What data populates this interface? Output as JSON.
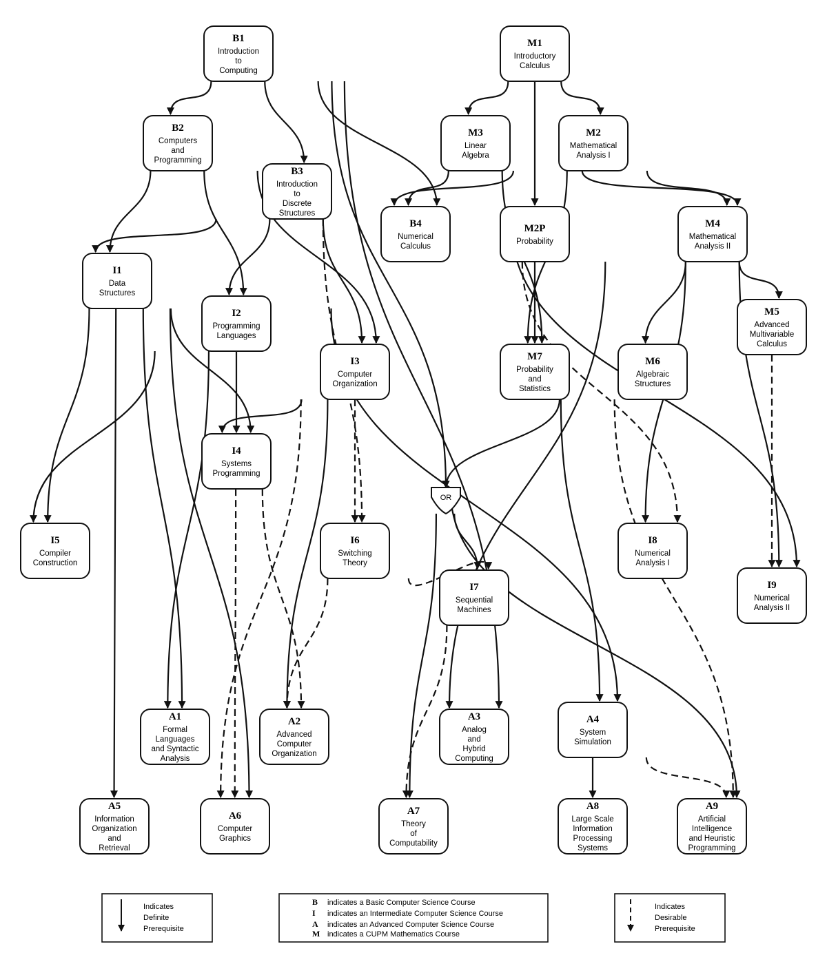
{
  "nodes": {
    "B1": {
      "code": "B1",
      "lines": [
        "Introduction",
        "to",
        "Computing"
      ]
    },
    "B2": {
      "code": "B2",
      "lines": [
        "Computers",
        "and",
        "Programming"
      ]
    },
    "B3": {
      "code": "B3",
      "lines": [
        "Introduction",
        "to",
        "Discrete",
        "Structures"
      ]
    },
    "B4": {
      "code": "B4",
      "lines": [
        "Numerical",
        "Calculus"
      ]
    },
    "M1": {
      "code": "M1",
      "lines": [
        "Introductory",
        "Calculus"
      ]
    },
    "M3": {
      "code": "M3",
      "lines": [
        "Linear",
        "Algebra"
      ]
    },
    "M2": {
      "code": "M2",
      "lines": [
        "Mathematical",
        "Analysis I"
      ]
    },
    "M2P": {
      "code": "M2P",
      "lines": [
        "Probability"
      ]
    },
    "M4": {
      "code": "M4",
      "lines": [
        "Mathematical",
        "Analysis II"
      ]
    },
    "I1": {
      "code": "I1",
      "lines": [
        "Data",
        "Structures"
      ]
    },
    "I2": {
      "code": "I2",
      "lines": [
        "Programming",
        "Languages"
      ]
    },
    "I3": {
      "code": "I3",
      "lines": [
        "Computer",
        "Organization"
      ]
    },
    "M7": {
      "code": "M7",
      "lines": [
        "Probability",
        "and",
        "Statistics"
      ]
    },
    "M6": {
      "code": "M6",
      "lines": [
        "Algebraic",
        "Structures"
      ]
    },
    "M5": {
      "code": "M5",
      "lines": [
        "Advanced",
        "Multivariable",
        "Calculus"
      ]
    },
    "I4": {
      "code": "I4",
      "lines": [
        "Systems",
        "Programming"
      ]
    },
    "I5": {
      "code": "I5",
      "lines": [
        "Compiler",
        "Construction"
      ]
    },
    "I6": {
      "code": "I6",
      "lines": [
        "Switching",
        "Theory"
      ]
    },
    "I7": {
      "code": "I7",
      "lines": [
        "Sequential",
        "Machines"
      ]
    },
    "I8": {
      "code": "I8",
      "lines": [
        "Numerical",
        "Analysis I"
      ]
    },
    "I9": {
      "code": "I9",
      "lines": [
        "Numerical",
        "Analysis II"
      ]
    },
    "A1": {
      "code": "A1",
      "lines": [
        "Formal",
        "Languages",
        "and Syntactic",
        "Analysis"
      ]
    },
    "A2": {
      "code": "A2",
      "lines": [
        "Advanced",
        "Computer",
        "Organization"
      ]
    },
    "A3": {
      "code": "A3",
      "lines": [
        "Analog",
        "and",
        "Hybrid",
        "Computing"
      ]
    },
    "A4": {
      "code": "A4",
      "lines": [
        "System",
        "Simulation"
      ]
    },
    "A5": {
      "code": "A5",
      "lines": [
        "Information",
        "Organization",
        "and",
        "Retrieval"
      ]
    },
    "A6": {
      "code": "A6",
      "lines": [
        "Computer",
        "Graphics"
      ]
    },
    "A7": {
      "code": "A7",
      "lines": [
        "Theory",
        "of",
        "Computability"
      ]
    },
    "A8": {
      "code": "A8",
      "lines": [
        "Large Scale",
        "Information",
        "Processing",
        "Systems"
      ]
    },
    "A9": {
      "code": "A9",
      "lines": [
        "Artificial",
        "Intelligence",
        "and Heuristic",
        "Programming"
      ]
    }
  },
  "or_gate_label": "OR",
  "edges": [
    {
      "from": "B1",
      "to": "B2",
      "type": "definite"
    },
    {
      "from": "B1",
      "to": "B3",
      "type": "definite"
    },
    {
      "from": "B1",
      "to": "B4",
      "type": "definite"
    },
    {
      "from": "B1",
      "to": "OR",
      "type": "definite"
    },
    {
      "from": "B1",
      "to": "A3",
      "type": "definite"
    },
    {
      "from": "M1",
      "to": "M3",
      "type": "definite"
    },
    {
      "from": "M1",
      "to": "M2",
      "type": "definite"
    },
    {
      "from": "M1",
      "to": "M2P",
      "type": "definite"
    },
    {
      "from": "M3",
      "to": "B4",
      "type": "definite"
    },
    {
      "from": "M3",
      "to": "M4",
      "type": "definite"
    },
    {
      "from": "M3",
      "to": "M7",
      "type": "definite"
    },
    {
      "from": "M2",
      "to": "B4",
      "type": "definite"
    },
    {
      "from": "M2",
      "to": "M4",
      "type": "definite"
    },
    {
      "from": "M2",
      "to": "M7",
      "type": "definite"
    },
    {
      "from": "M2P",
      "to": "M7",
      "type": "definite"
    },
    {
      "from": "M4",
      "to": "M6",
      "type": "definite"
    },
    {
      "from": "M4",
      "to": "M5",
      "type": "definite"
    },
    {
      "from": "M4",
      "to": "I8",
      "type": "definite"
    },
    {
      "from": "M4",
      "to": "I9",
      "type": "definite"
    },
    {
      "from": "M4",
      "to": "A3",
      "type": "definite"
    },
    {
      "from": "M5",
      "to": "I9",
      "type": "desirable"
    },
    {
      "from": "M6",
      "to": "OR",
      "type": "definite"
    },
    {
      "from": "M7",
      "to": "A4",
      "type": "definite"
    },
    {
      "from": "M7",
      "to": "A9",
      "type": "desirable"
    },
    {
      "from": "B4",
      "to": "I8",
      "type": "desirable"
    },
    {
      "from": "B2",
      "to": "I1",
      "type": "definite"
    },
    {
      "from": "B2",
      "to": "I2",
      "type": "definite"
    },
    {
      "from": "B2",
      "to": "I3",
      "type": "definite"
    },
    {
      "from": "B3",
      "to": "I1",
      "type": "definite"
    },
    {
      "from": "B3",
      "to": "I2",
      "type": "definite"
    },
    {
      "from": "B3",
      "to": "I3",
      "type": "definite"
    },
    {
      "from": "B3",
      "to": "I6",
      "type": "desirable"
    },
    {
      "from": "B3",
      "to": "I9",
      "type": "definite"
    },
    {
      "from": "I1",
      "to": "I4",
      "type": "definite"
    },
    {
      "from": "I1",
      "to": "I5",
      "type": "definite"
    },
    {
      "from": "I1",
      "to": "A1",
      "type": "definite"
    },
    {
      "from": "I1",
      "to": "A4",
      "type": "definite"
    },
    {
      "from": "I1",
      "to": "A5",
      "type": "definite"
    },
    {
      "from": "I1",
      "to": "A6",
      "type": "definite"
    },
    {
      "from": "I2",
      "to": "I4",
      "type": "definite"
    },
    {
      "from": "I2",
      "to": "I5",
      "type": "definite"
    },
    {
      "from": "I2",
      "to": "A1",
      "type": "definite"
    },
    {
      "from": "I3",
      "to": "I4",
      "type": "definite"
    },
    {
      "from": "I3",
      "to": "I6",
      "type": "desirable"
    },
    {
      "from": "I3",
      "to": "A2",
      "type": "definite"
    },
    {
      "from": "I3",
      "to": "A6",
      "type": "desirable"
    },
    {
      "from": "I4",
      "to": "A2",
      "type": "desirable"
    },
    {
      "from": "I4",
      "to": "A6",
      "type": "desirable"
    },
    {
      "from": "I4",
      "to": "A9",
      "type": "definite"
    },
    {
      "from": "I6",
      "to": "I7",
      "type": "desirable"
    },
    {
      "from": "I6",
      "to": "A2",
      "type": "desirable"
    },
    {
      "from": "I7",
      "to": "A7",
      "type": "desirable"
    },
    {
      "from": "OR",
      "to": "I7",
      "type": "definite"
    },
    {
      "from": "OR",
      "to": "A7",
      "type": "definite"
    },
    {
      "from": "A4",
      "to": "A8",
      "type": "definite"
    },
    {
      "from": "A4",
      "to": "A9",
      "type": "desirable"
    }
  ],
  "legend": {
    "definite": {
      "lines": [
        "Indicates",
        "Definite",
        "Prerequisite"
      ]
    },
    "categories": [
      {
        "letter": "B",
        "text": "indicates a Basic Computer Science Course"
      },
      {
        "letter": "I",
        "text": "indicates an Intermediate Computer Science Course"
      },
      {
        "letter": "A",
        "text": "indicates an Advanced Computer Science Course"
      },
      {
        "letter": "M",
        "text": "indicates a CUPM Mathematics Course"
      }
    ],
    "desirable": {
      "lines": [
        "Indicates",
        "Desirable",
        "Prerequisite"
      ]
    }
  }
}
